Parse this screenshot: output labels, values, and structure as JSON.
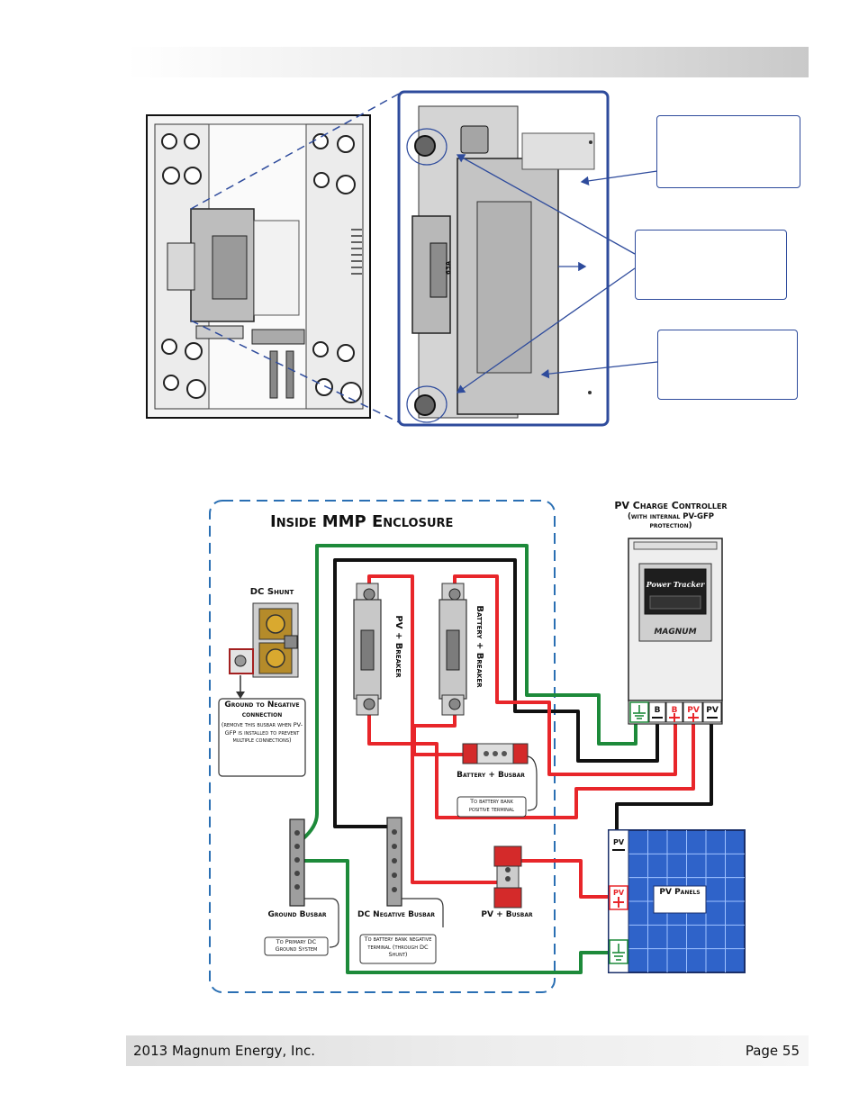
{
  "footer": {
    "left": "2013 Magnum Energy, Inc.",
    "right": "Page 55"
  },
  "enclosure": {
    "title": "Inside MMP Enclosure"
  },
  "charge_controller": {
    "title": "PV Charge Controller",
    "subtitle": "(with internal PV-GFP protection)",
    "brand": "Power Tracker",
    "maker": "MAGNUM",
    "terminals": [
      "B",
      "B",
      "PV",
      "PV"
    ]
  },
  "dc_shunt": {
    "label": "DC Shunt"
  },
  "ground_to_negative": {
    "title": "Ground to Negative connection",
    "note": "(remove this busbar when PV-GFP is installed to prevent multiple connections)"
  },
  "pv_breaker": {
    "label": "PV + Breaker"
  },
  "battery_breaker": {
    "label": "Battery + Breaker"
  },
  "battery_busbar": {
    "label": "Battery + Busbar",
    "note": "To battery bank positive terminal"
  },
  "ground_busbar": {
    "label": "Ground Busbar",
    "note": "To Primary DC Ground System"
  },
  "dc_negative_busbar": {
    "label": "DC Negative Busbar",
    "note": "To battery bank negative terminal (through DC Shunt)"
  },
  "pv_busbar": {
    "label": "PV + Busbar"
  },
  "pv_panels": {
    "label": "PV Panels",
    "neg_terminal": "PV",
    "pos_terminal": "PV"
  },
  "breaker_rating": "63A",
  "colors": {
    "frame_blue": "#2e4b9c",
    "dash_blue": "#2a6fb3",
    "wire_red": "#e8262a",
    "wire_green": "#1d8a3a",
    "wire_black": "#111111",
    "panel_blue": "#2f63c9",
    "busbar_red": "#d42a2a"
  }
}
